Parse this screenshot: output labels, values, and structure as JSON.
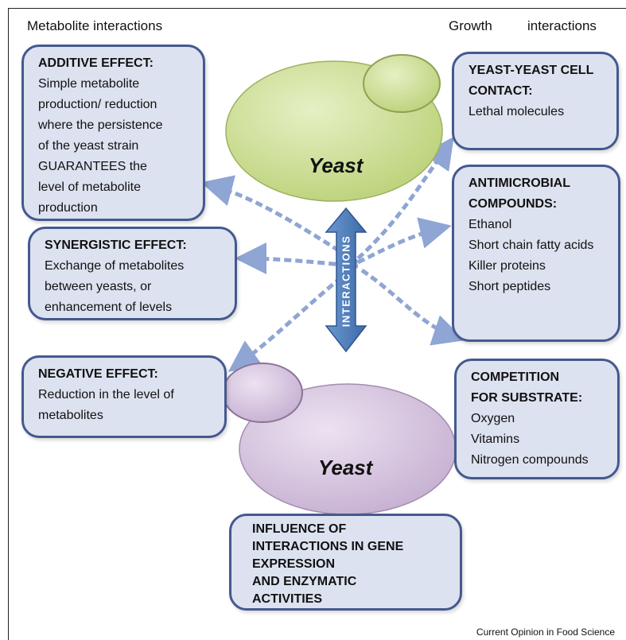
{
  "headers": {
    "left": "Metabolite interactions",
    "right_a": "Growth",
    "right_b": "interactions"
  },
  "boxes": {
    "additive": {
      "title": "ADDITIVE EFFECT:",
      "lines": [
        "Simple metabolite",
        "production/ reduction",
        "where the persistence",
        "of  the yeast strain",
        "GUARANTEES the",
        "level of metabolite",
        "production"
      ]
    },
    "synergistic": {
      "title": "SYNERGISTIC EFFECT:",
      "lines": [
        "Exchange of metabolites",
        "between yeasts, or",
        "enhancement of levels"
      ]
    },
    "negative": {
      "title": "NEGATIVE EFFECT:",
      "lines": [
        "Reduction in the level of",
        "metabolites"
      ]
    },
    "contact": {
      "title_lines": [
        "YEAST-YEAST CELL",
        "CONTACT:"
      ],
      "lines": [
        "Lethal molecules"
      ]
    },
    "antimicrobial": {
      "title_lines": [
        "ANTIMICROBIAL",
        "COMPOUNDS:"
      ],
      "lines": [
        "Ethanol",
        "Short chain fatty acids",
        "Killer proteins",
        "Short peptides"
      ]
    },
    "competition": {
      "title_lines": [
        "COMPETITION",
        "FOR SUBSTRATE:"
      ],
      "lines": [
        "Oxygen",
        "Vitamins",
        "Nitrogen compounds"
      ]
    },
    "influence": {
      "title_lines": [
        "INFLUENCE OF",
        "INTERACTIONS IN GENE",
        "EXPRESSION",
        "AND ENZYMATIC",
        "ACTIVITIES"
      ]
    }
  },
  "yeast_top": "Yeast",
  "yeast_bottom": "Yeast",
  "interactions_label": "INTERACTIONS",
  "credit": "Current Opinion in Food Science",
  "colors": {
    "box_fill": "#dde2f0",
    "box_border": "#44598e",
    "yeast_green": "#cfe19a",
    "yeast_purple": "#d7c6df",
    "arrow_blue": "#4f7fbf",
    "dashed_arrow": "#8fa5d3"
  }
}
